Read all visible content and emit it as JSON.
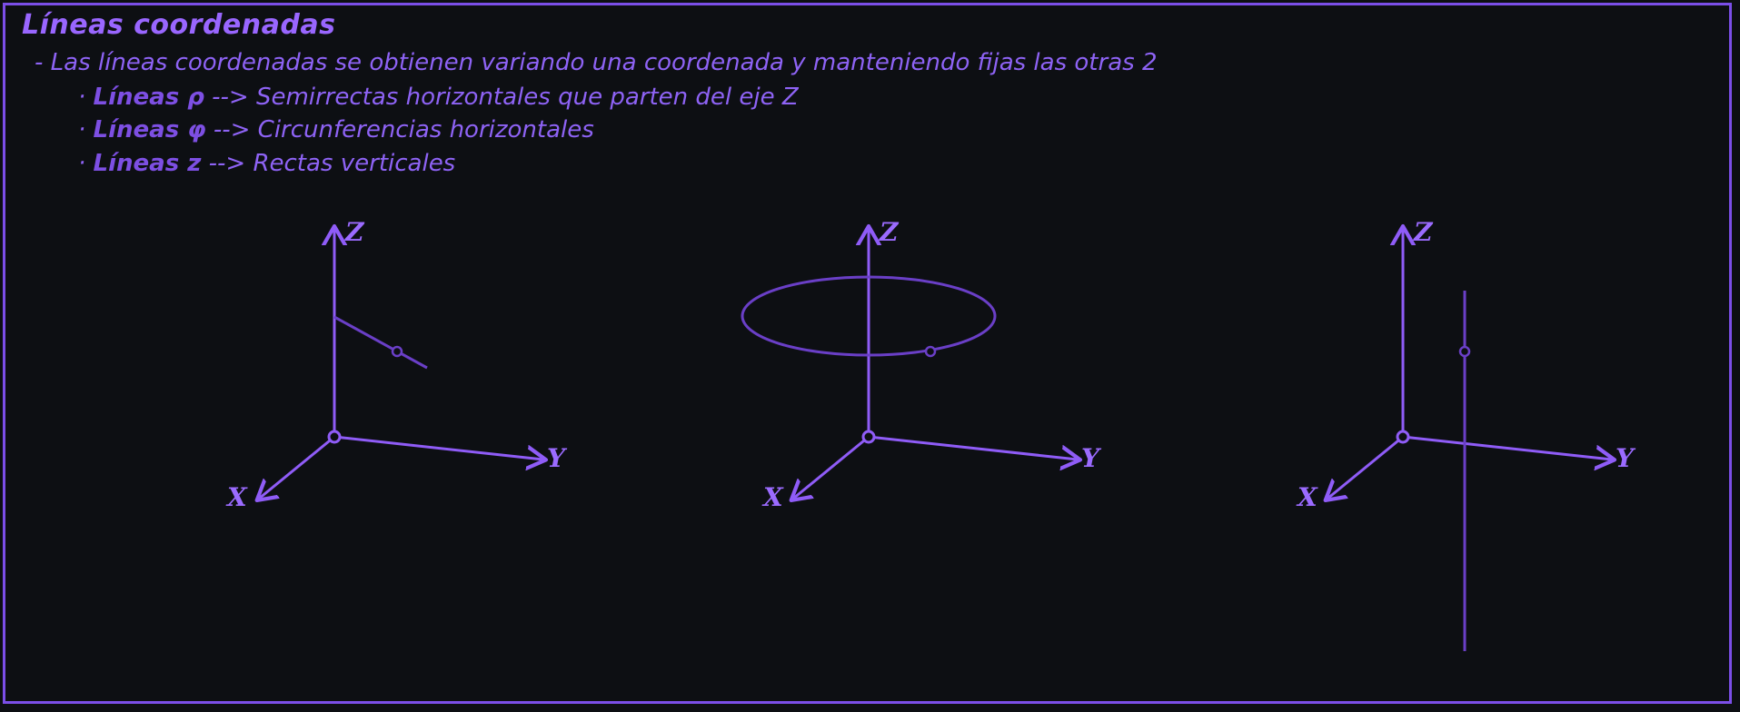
{
  "title": "Líneas coordenadas",
  "intro": {
    "dash": "-",
    "text": "Las líneas coordenadas se obtienen variando una coordenada y manteniendo fijas las otras 2"
  },
  "bullets": [
    {
      "marker": "·",
      "term": "Líneas ρ",
      "arrow": "-->",
      "description": "Semirrectas horizontales que parten del eje Z"
    },
    {
      "marker": "·",
      "term": "Líneas φ",
      "arrow": "-->",
      "description": "Circunferencias horizontales"
    },
    {
      "marker": "·",
      "term": "Líneas z",
      "arrow": "-->",
      "description": "Rectas verticales"
    }
  ],
  "axes": {
    "x": "X",
    "y": "Y",
    "z": "Z"
  },
  "colors": {
    "background": "#0d0f13",
    "primary": "#8f5cf7",
    "curve": "#6a3fc7"
  }
}
